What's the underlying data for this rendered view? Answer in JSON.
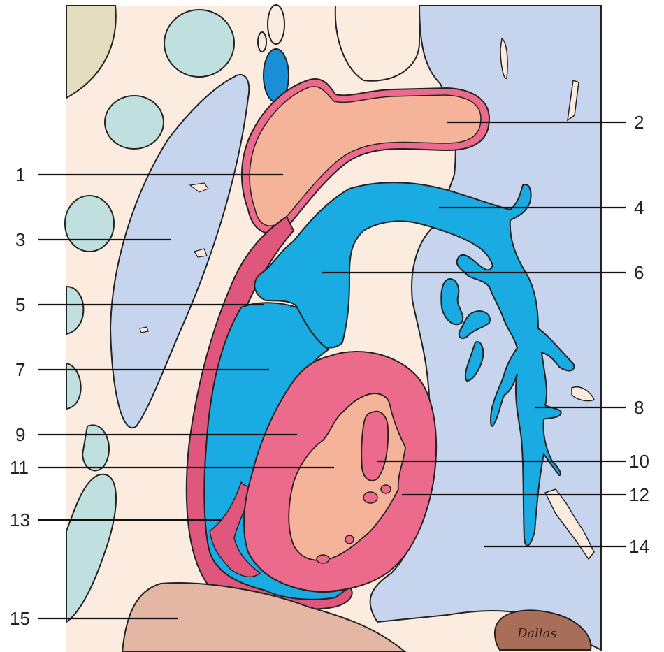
{
  "labels": [
    {
      "text": "1"
    },
    {
      "text": "2"
    },
    {
      "text": "3"
    },
    {
      "text": "4"
    },
    {
      "text": "5"
    },
    {
      "text": "6"
    },
    {
      "text": "7"
    },
    {
      "text": "8"
    },
    {
      "text": "9"
    },
    {
      "text": "10"
    },
    {
      "text": "11"
    },
    {
      "text": "12"
    },
    {
      "text": "13"
    },
    {
      "text": "14"
    },
    {
      "text": "15"
    }
  ],
  "colors": {
    "background_tissue": "#fcecdf",
    "lung": "#c7d4ee",
    "blue_vessel": "#1aabe3",
    "myocardium": "#ec6a8b",
    "cavity": "#f5b399",
    "pericardium": "#e0577d",
    "teal_structure": "#bfe0de",
    "liver": "#e3b7a3",
    "stomach": "#a86e5a",
    "vertebra": "#e3dcbf"
  },
  "signature": "Dallas"
}
